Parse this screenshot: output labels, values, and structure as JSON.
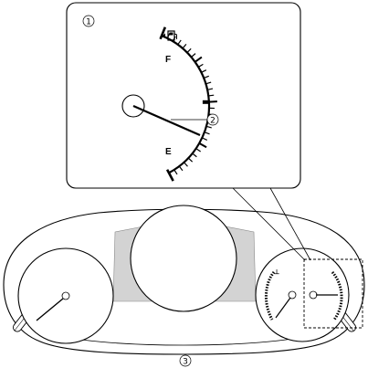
{
  "callouts": {
    "detail_view": "1",
    "needle": "2",
    "cluster": "3"
  },
  "gauge": {
    "full_label": "F",
    "empty_label": "E",
    "icon": "fuel-pump-icon"
  },
  "colors": {
    "line": "#000000",
    "display_fill": "#d3d3d3",
    "background": "#ffffff"
  }
}
